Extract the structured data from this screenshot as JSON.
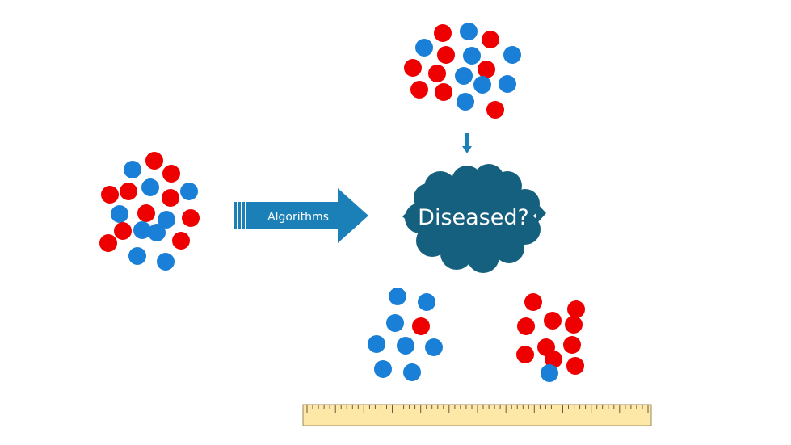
{
  "process_arrow": {
    "label": "Algorithms"
  },
  "decision_cloud": {
    "label": "Diseased?"
  },
  "colors": {
    "red": "#ee0000",
    "blue": "#1a7fd6",
    "arrow_fill": "#1b7fb8",
    "cloud_fill": "#15607e",
    "ruler_fill": "#fde8a8",
    "ruler_ink": "#6b5a3a"
  },
  "clusters": {
    "training_set": [
      "red",
      "blue",
      "red",
      "blue",
      "red",
      "red",
      "blue",
      "red",
      "red",
      "blue",
      "red",
      "blue",
      "red",
      "blue",
      "blue",
      "red",
      "red",
      "blue",
      "blue"
    ],
    "new_samples": [
      "red",
      "blue",
      "red",
      "blue",
      "red",
      "blue",
      "blue",
      "red",
      "red",
      "blue",
      "red",
      "blue",
      "red",
      "blue",
      "red",
      "blue",
      "red"
    ],
    "group_left": [
      "blue",
      "blue",
      "blue",
      "red",
      "blue",
      "blue",
      "blue",
      "blue",
      "blue"
    ],
    "group_right": [
      "red",
      "red",
      "red",
      "red",
      "red",
      "red",
      "red",
      "red",
      "red",
      "blue",
      "red"
    ]
  },
  "icons": {
    "down_arrow": "down-arrow-icon",
    "ruler": "ruler-icon"
  }
}
